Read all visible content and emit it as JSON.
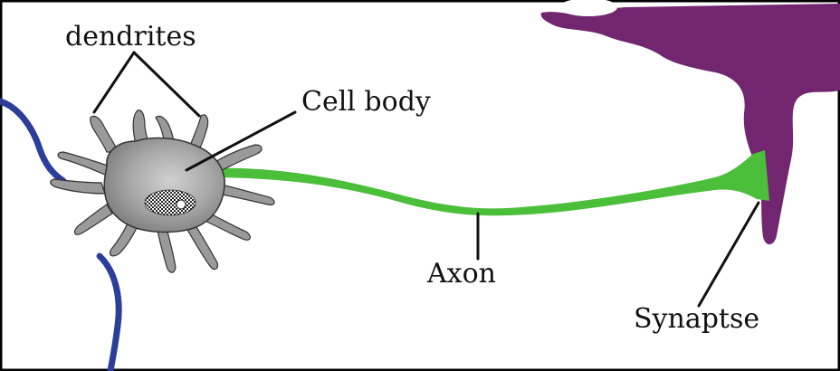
{
  "labels": {
    "dendrites": "dendrites",
    "cell_body": "Cell body",
    "axon": "Axon",
    "synapse": "Synaptse"
  },
  "colors": {
    "axon": "#4bbf3a",
    "target_cell": "#722670",
    "neighbor_neuron": "#2b3f9a",
    "cell_body": "#8c8c8c",
    "cell_body_highlight": "#c4c4c4",
    "outline": "#111111"
  }
}
